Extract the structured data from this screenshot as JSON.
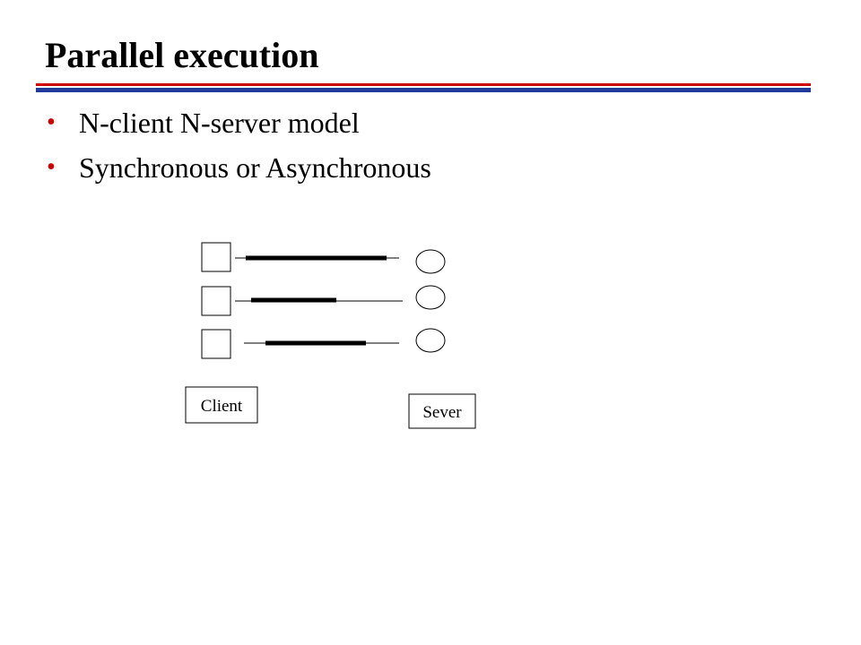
{
  "slide": {
    "title": "Parallel execution",
    "bullets": [
      "N-client N-server model",
      "Synchronous or Asynchronous"
    ]
  },
  "diagram": {
    "client_label": "Client",
    "server_label": "Sever",
    "client_box_count": 3,
    "server_node_count": 3
  },
  "colors": {
    "accent_red": "#cc0000",
    "accent_blue": "#1f3b9c",
    "bullet": "#cc0000"
  }
}
